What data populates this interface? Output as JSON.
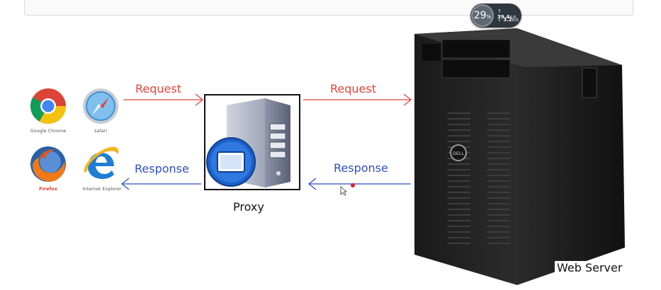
{
  "labels": {
    "request_left": "Request",
    "request_right": "Request",
    "response_left": "Response",
    "response_right": "Response",
    "proxy": "Proxy",
    "web_server": "Web Server"
  },
  "browsers": [
    {
      "name": "Google Chrome",
      "icon": "chrome-icon"
    },
    {
      "name": "safari",
      "icon": "safari-icon"
    },
    {
      "name": "Firefox",
      "icon": "firefox-icon"
    },
    {
      "name": "Internet Explorer",
      "icon": "ie-icon"
    }
  ],
  "server_brand": "DELL",
  "monitor": {
    "cpu_percent": "29",
    "cpu_unit": "%",
    "upload": "39.4",
    "upload_unit": "K/S",
    "download": "3.2",
    "download_unit": "K/S"
  },
  "colors": {
    "request": "#e0463a",
    "response": "#2f4fc4"
  }
}
